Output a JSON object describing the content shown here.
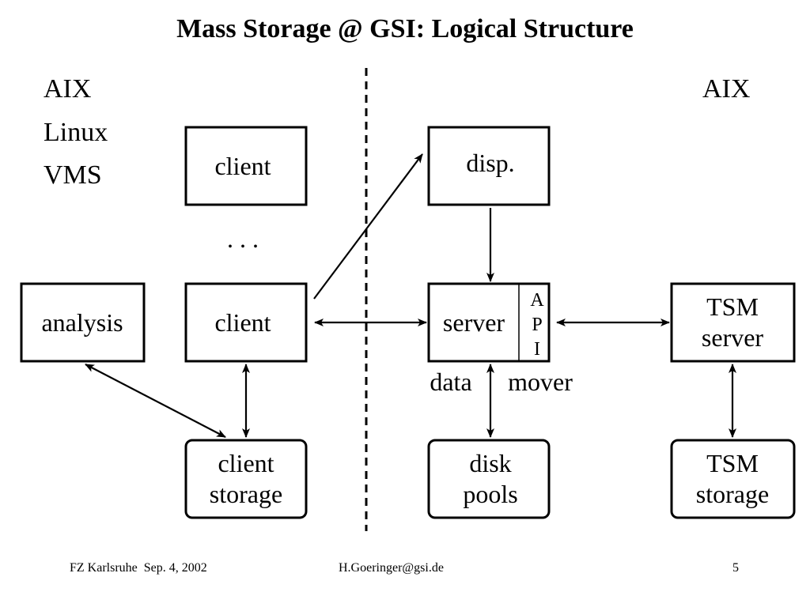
{
  "title": "Mass Storage @ GSI: Logical Structure",
  "left_os": [
    "AIX",
    "Linux",
    "VMS"
  ],
  "right_os": "AIX",
  "boxes": {
    "client_top": "client",
    "ellipsis": ". . .",
    "client": "client",
    "analysis": "analysis",
    "client_storage": [
      "client",
      "storage"
    ],
    "disp": "disp.",
    "server": "server",
    "api": [
      "A",
      "P",
      "I"
    ],
    "data_mover": [
      "data",
      "mover"
    ],
    "disk_pools": [
      "disk",
      "pools"
    ],
    "tsm_server": [
      "TSM",
      "server"
    ],
    "tsm_storage": [
      "TSM",
      "storage"
    ]
  },
  "footer": {
    "left": "FZ Karlsruhe  Sep. 4, 2002",
    "center": "H.Goeringer@gsi.de",
    "page": "5"
  }
}
